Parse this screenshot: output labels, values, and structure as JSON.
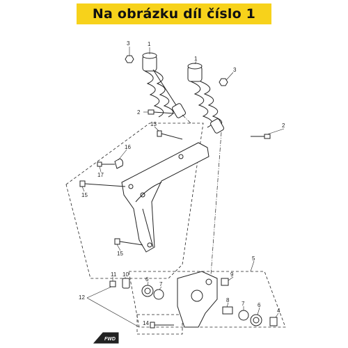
{
  "banner": {
    "title": "Na obrázku díl číslo 1"
  },
  "diagram": {
    "callouts": {
      "c1a": "1",
      "c1b": "1",
      "c2a": "2",
      "c2b": "2",
      "c3a": "3",
      "c3b": "3",
      "c4": "4",
      "c5": "5",
      "c6a": "6",
      "c6b": "6",
      "c7a": "7",
      "c7b": "7",
      "c8": "8",
      "c9": "9",
      "c10": "10",
      "c11": "11",
      "c12": "12",
      "c13": "13",
      "c14": "14",
      "c15a": "15",
      "c15b": "15",
      "c16": "16",
      "c17": "17"
    },
    "fwd_label": "FWD",
    "colors": {
      "banner": "#f7d21b",
      "ink": "#222222"
    }
  }
}
